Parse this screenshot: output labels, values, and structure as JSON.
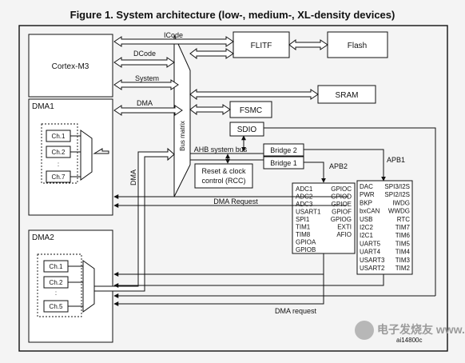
{
  "title": "Figure 1. System architecture (low-, medium-, XL-density devices)",
  "blocks": {
    "cortex": "Cortex-M3",
    "flitf": "FLITF",
    "flash": "Flash",
    "sram": "SRAM",
    "fsmc": "FSMC",
    "sdio": "SDIO",
    "dma1": "DMA1",
    "dma2": "DMA2",
    "bus_matrix": "Bus matrix",
    "bridge2": "Bridge  2",
    "bridge1": "Bridge  1",
    "rcc_line1": "Reset & clock",
    "rcc_line2": "control (RCC)"
  },
  "bus_labels": {
    "icode": "ICode",
    "dcode": "DCode",
    "system": "System",
    "dma": "DMA",
    "dma_vertical": "DMA",
    "ahb": "AHB system bus",
    "apb1": "APB1",
    "apb2": "APB2",
    "dma_request_top": "DMA Request",
    "dma_request_bottom": "DMA request"
  },
  "channels": {
    "dma1": [
      "Ch.1",
      "Ch.2",
      "Ch.7"
    ],
    "dma2": [
      "Ch.1",
      "Ch.2",
      "Ch.5"
    ],
    "ellipsis": ":"
  },
  "apb2_peripherals": {
    "left": [
      "ADC1",
      "ADC2",
      "ADC3",
      "USART1",
      "SPI1",
      "TIM1",
      "TIM8",
      "GPIOA",
      "GPIOB"
    ],
    "right": [
      "GPIOC",
      "GPIOD",
      "GPIOE",
      "GPIOF",
      "GPIOG",
      "EXTI",
      "AFIO"
    ]
  },
  "apb1_peripherals": {
    "left": [
      "DAC",
      "PWR",
      "BKP",
      "bxCAN",
      "USB",
      "I2C2",
      "I2C1",
      "UART5",
      "UART4",
      "USART3",
      "USART2"
    ],
    "right": [
      "SPI3/I2S",
      "SPI2/I2S",
      "IWDG",
      "WWDG",
      "RTC",
      "TIM7",
      "TIM6",
      "TIM5",
      "TIM4",
      "TIM3",
      "TIM2"
    ]
  },
  "figure_id": "ai14800c",
  "watermark": "电子发烧友 www.elecfans.com"
}
